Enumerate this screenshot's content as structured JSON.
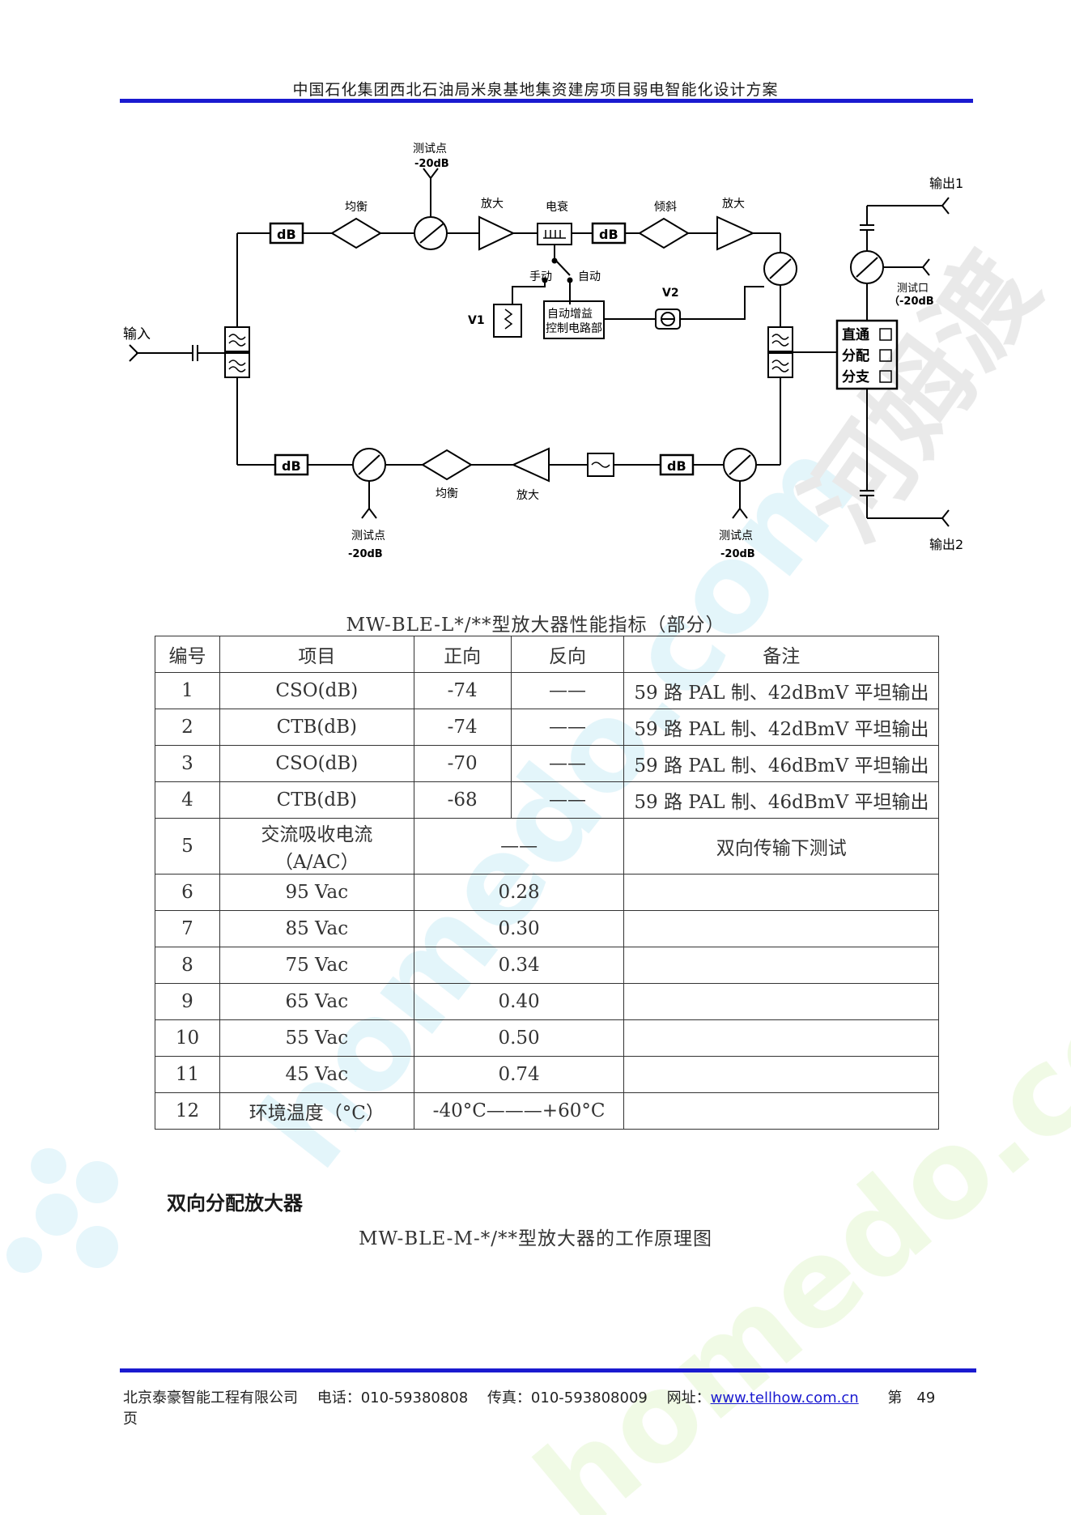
{
  "header": {
    "title": "中国石化集团西北石油局米泉基地集资建房项目弱电智能化设计方案"
  },
  "watermark": {
    "text1": "homedo.com",
    "text2": "河姆渡"
  },
  "diagram": {
    "input": "输入",
    "out1": "输出1",
    "out2": "输出2",
    "test_point": "测试点",
    "test_port": "测试口",
    "test_port_db": "（-20dB",
    "minus20": "-20dB",
    "db": "dB",
    "eq": "均衡",
    "amp": "放大",
    "atten": "电衰",
    "tilt": "倾斜",
    "manual": "手动",
    "auto": "自动",
    "v1": "V1",
    "v2": "V2",
    "agc_line1": "自动增益",
    "agc_line2": "控制电路部",
    "mode_direct": "直通",
    "mode_split": "分配",
    "mode_branch": "分支"
  },
  "table": {
    "caption": "MW-BLE-L*/**型放大器性能指标（部分）",
    "headers": [
      "编号",
      "项目",
      "正向",
      "反向",
      "备注"
    ],
    "rows4": [
      [
        "1",
        "CSO(dB)",
        "-74",
        "——",
        "59 路 PAL 制、42dBmV 平坦输出"
      ],
      [
        "2",
        "CTB(dB)",
        "-74",
        "——",
        "59 路 PAL 制、42dBmV 平坦输出"
      ],
      [
        "3",
        "CSO(dB)",
        "-70",
        "——",
        "59 路 PAL 制、46dBmV 平坦输出"
      ],
      [
        "4",
        "CTB(dB)",
        "-68",
        "——",
        "59 路 PAL 制、46dBmV 平坦输出"
      ]
    ],
    "row5": {
      "no": "5",
      "item_line1": "交流吸收电流",
      "item_line2": "（A/AC）",
      "value": "——",
      "note": "双向传输下测试"
    },
    "rows_ac": [
      [
        "6",
        "95 Vac",
        "0.28"
      ],
      [
        "7",
        "85 Vac",
        "0.30"
      ],
      [
        "8",
        "75 Vac",
        "0.34"
      ],
      [
        "9",
        "65 Vac",
        "0.40"
      ],
      [
        "10",
        "55 Vac",
        "0.50"
      ],
      [
        "11",
        "45 Vac",
        "0.74"
      ]
    ],
    "row12": {
      "no": "12",
      "item": "环境温度（°C）",
      "value": "-40°C———+60°C"
    }
  },
  "section": {
    "heading": "双向分配放大器",
    "subcaption": "MW-BLE-M-*/**型放大器的工作原理图"
  },
  "footer": {
    "company": "北京泰豪智能工程有限公司",
    "phone": "电话：010-59380808",
    "fax": "传真：010-593808009",
    "web_label": "网址：",
    "web_url": "www.tellhow.com.cn",
    "page_prefix": "第　49",
    "page_suffix": "页"
  }
}
